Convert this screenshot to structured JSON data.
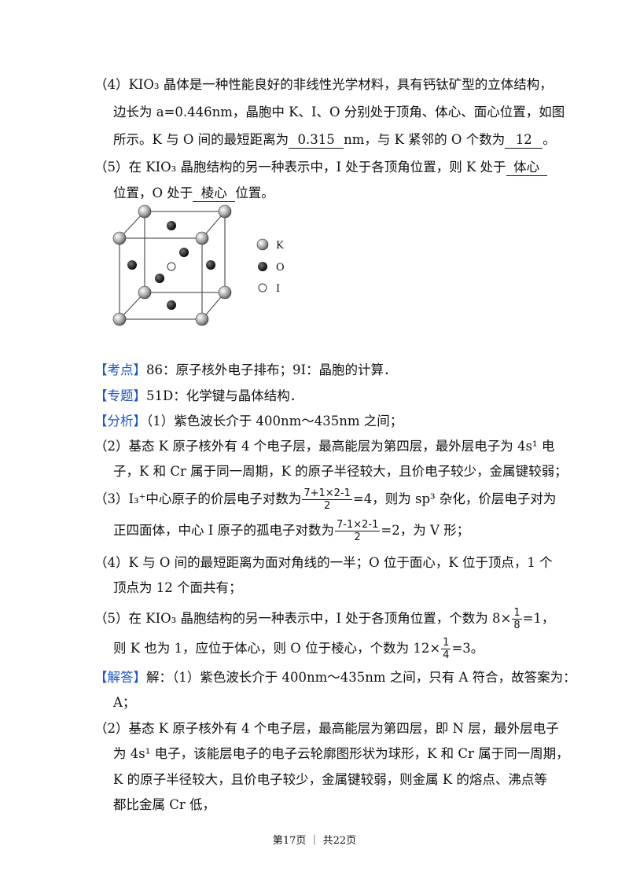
{
  "q4": {
    "l1": "（4）KIO₃ 晶体是一种性能良好的非线性光学材料，具有钙钛矿型的立体结构，",
    "l2": "边长为 a=0.446nm，晶胞中 K、I、O 分别处于顶角、体心、面心位置，如图",
    "l3a": "所示。K 与 O 间的最短距离为",
    "ans1": "0.315",
    "l3b": "nm，与 K 紧邻的 O 个数为",
    "ans2": "12",
    "l3c": "。"
  },
  "q5": {
    "l1a": "（5）在 KIO₃ 晶胞结构的另一种表示中，I 处于各顶角位置，则 K 处于",
    "ans1": "体心",
    "l2a": "位置，O 处于",
    "ans2": "棱心",
    "l2b": "位置。"
  },
  "figure": {
    "legend": [
      {
        "label": "K"
      },
      {
        "label": "O"
      },
      {
        "label": "I"
      }
    ],
    "colors": {
      "K": "#9a9a9a",
      "O": "#1a1a1a",
      "I": "#ffffff"
    }
  },
  "kaodian": {
    "tag": "【考点】",
    "text": "86：原子核外电子排布；9I：晶胞的计算．"
  },
  "zhuanti": {
    "tag": "【专题】",
    "text": "51D：化学键与晶体结构．"
  },
  "fenxi": {
    "tag": "【分析】",
    "p1": "（1）紫色波长介于 400nm～435nm 之间；",
    "p2a": "（2）基态 K 原子核外有 4 个电子层，最高能层为第四层，最外层电子为 4s¹ 电",
    "p2b": "子，K 和 Cr 属于同一周期，K 的原子半径较大，且价电子较少，金属键较弱；",
    "p3a_1": "（3）I₃⁺中心原子的价层电子对数为",
    "p3a_num": "7+1×2-1",
    "p3a_den": "2",
    "p3a_2": "=4，则为 sp³ 杂化，价层电子对为",
    "p3b_1": "正四面体，中心 I 原子的孤电子对数为",
    "p3b_num": "7-1×2-1",
    "p3b_den": "2",
    "p3b_2": "=2，为 V 形；",
    "p4a": "（4）K 与 O 间的最短距离为面对角线的一半；O 位于面心，K 位于顶点，1 个",
    "p4b": "顶点为 12 个面共有；",
    "p5a_1": "（5）在 KIO₃ 晶胞结构的另一种表示中，I 处于各顶角位置，个数为 8×",
    "p5a_num": "1",
    "p5a_den": "8",
    "p5a_2": "=1，",
    "p5b_1": "则 K 也为 1，应位于体心，则 O 位于棱心，个数为 12×",
    "p5b_num": "1",
    "p5b_den": "4",
    "p5b_2": "=3。"
  },
  "jieda": {
    "tag": "【解答】",
    "p1a": "解：（1）紫色波长介于 400nm～435nm 之间，只有 A 符合，故答案为：",
    "p1b": "A；",
    "p2a": "（2）基态 K 原子核外有 4 个电子层，最高能层为第四层，即 N 层，最外层电子",
    "p2b": "为 4s¹ 电子，该能层电子的电子云轮廓图形状为球形，K 和 Cr 属于同一周期，",
    "p2c": "K 的原子半径较大，且价电子较少，金属键较弱，则金属 K 的熔点、沸点等",
    "p2d": "都比金属 Cr 低，"
  },
  "footer": "第17页 ｜ 共22页"
}
